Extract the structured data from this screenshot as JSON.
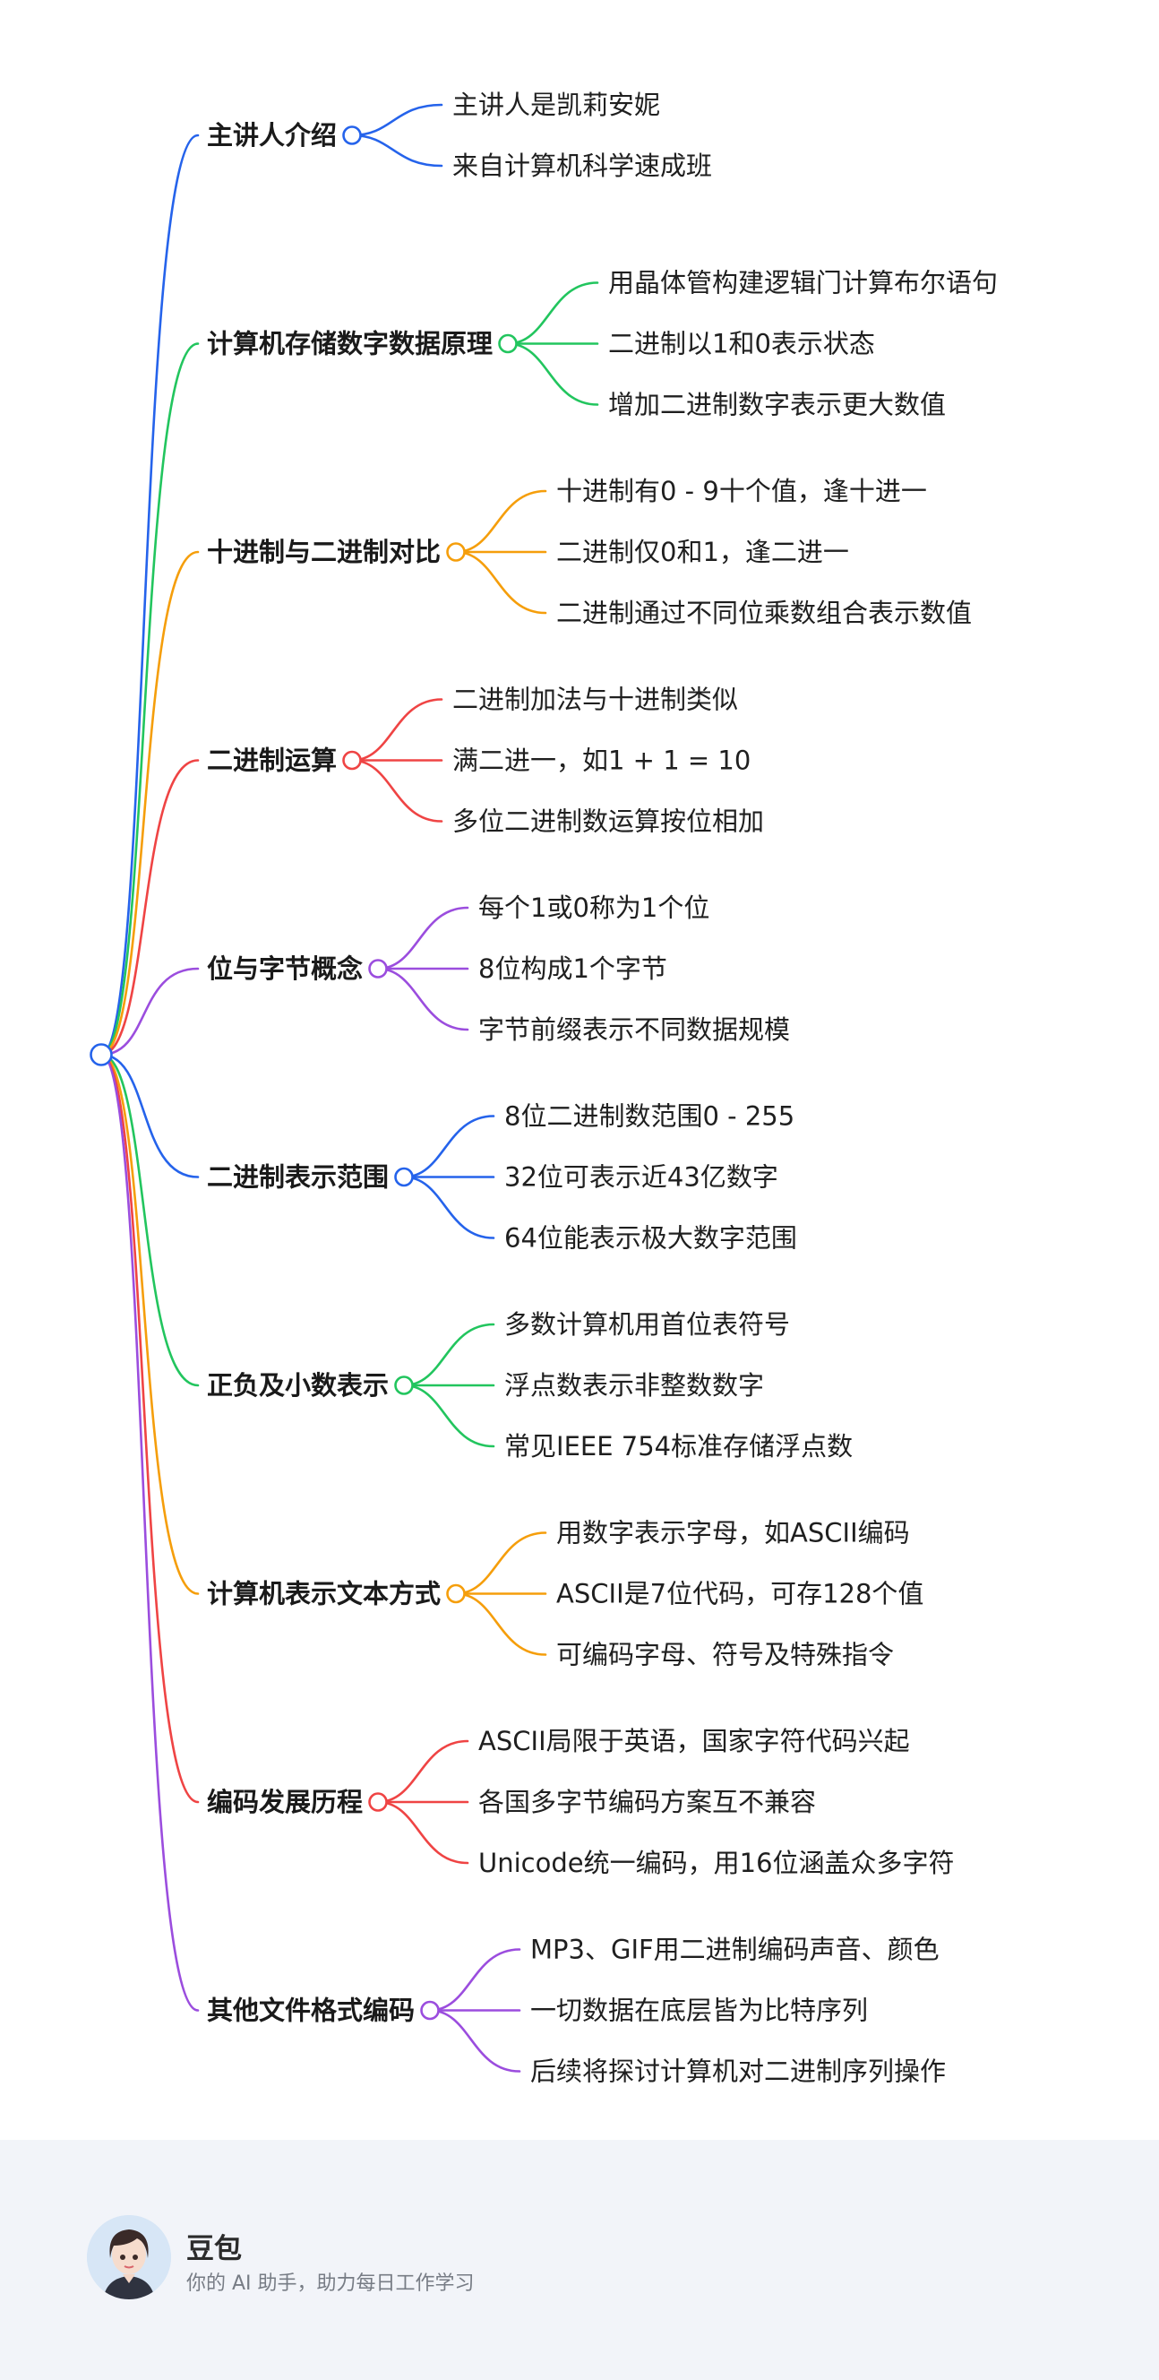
{
  "mindmap": {
    "colors": [
      "#2563eb",
      "#22c55e",
      "#f59e0b",
      "#ef4444",
      "#9b4dde"
    ],
    "branches": [
      {
        "label": "主讲人介绍",
        "color": "#2563eb",
        "children": [
          "主讲人是凯莉安妮",
          "来自计算机科学速成班"
        ]
      },
      {
        "label": "计算机存储数字数据原理",
        "color": "#22c55e",
        "children": [
          "用晶体管构建逻辑门计算布尔语句",
          "二进制以1和0表示状态",
          "增加二进制数字表示更大数值"
        ]
      },
      {
        "label": "十进制与二进制对比",
        "color": "#f59e0b",
        "children": [
          "十进制有0 - 9十个值，逢十进一",
          "二进制仅0和1，逢二进一",
          "二进制通过不同位乘数组合表示数值"
        ]
      },
      {
        "label": "二进制运算",
        "color": "#ef4444",
        "children": [
          "二进制加法与十进制类似",
          "满二进一，如1 + 1 = 10",
          "多位二进制数运算按位相加"
        ]
      },
      {
        "label": "位与字节概念",
        "color": "#9b4dde",
        "children": [
          "每个1或0称为1个位",
          "8位构成1个字节",
          "字节前缀表示不同数据规模"
        ]
      },
      {
        "label": "二进制表示范围",
        "color": "#2563eb",
        "children": [
          "8位二进制数范围0 - 255",
          "32位可表示近43亿数字",
          "64位能表示极大数字范围"
        ]
      },
      {
        "label": "正负及小数表示",
        "color": "#22c55e",
        "children": [
          "多数计算机用首位表符号",
          "浮点数表示非整数数字",
          "常见IEEE 754标准存储浮点数"
        ]
      },
      {
        "label": "计算机表示文本方式",
        "color": "#f59e0b",
        "children": [
          "用数字表示字母，如ASCII编码",
          "ASCII是7位代码，可存128个值",
          "可编码字母、符号及特殊指令"
        ]
      },
      {
        "label": "编码发展历程",
        "color": "#ef4444",
        "children": [
          "ASCII局限于英语，国家字符代码兴起",
          "各国多字节编码方案互不兼容",
          "Unicode统一编码，用16位涵盖众多字符"
        ]
      },
      {
        "label": "其他文件格式编码",
        "color": "#9b4dde",
        "children": [
          "MP3、GIF用二进制编码声音、颜色",
          "一切数据在底层皆为比特序列",
          "后续将探讨计算机对二进制序列操作"
        ]
      }
    ]
  },
  "footer": {
    "brand_name": "豆包",
    "tagline": "你的 AI 助手，助力每日工作学习",
    "avatar_icon": "assistant-avatar-icon"
  }
}
